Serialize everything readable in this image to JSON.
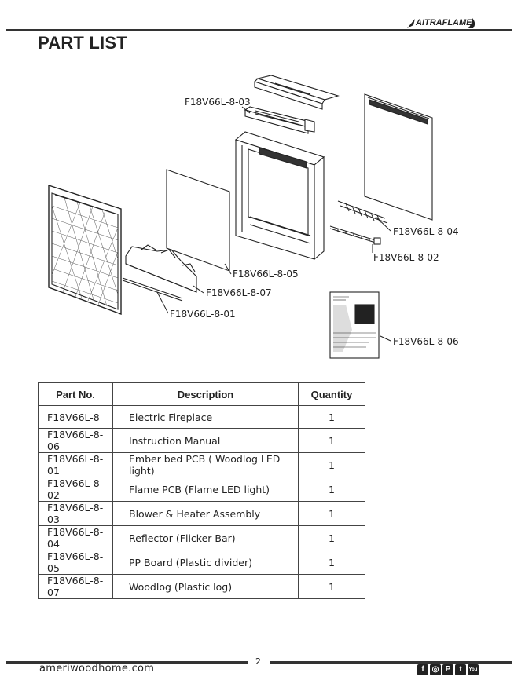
{
  "header": {
    "brand": "AITRAFLAME",
    "title": "PART LIST"
  },
  "callouts": {
    "c03": "F18V66L-8-03",
    "c04": "F18V66L-8-04",
    "c02": "F18V66L-8-02",
    "c05": "F18V66L-8-05",
    "c07": "F18V66L-8-07",
    "c01": "F18V66L-8-01",
    "c06": "F18V66L-8-06"
  },
  "table": {
    "headers": [
      "Part No.",
      "Description",
      "Quantity"
    ],
    "rows": [
      [
        "F18V66L-8",
        "Electric Fireplace",
        "1"
      ],
      [
        "F18V66L-8-06",
        "Instruction Manual",
        "1"
      ],
      [
        "F18V66L-8-01",
        "Ember bed PCB ( Woodlog LED light)",
        "1"
      ],
      [
        "F18V66L-8-02",
        "Flame PCB (Flame LED light)",
        "1"
      ],
      [
        "F18V66L-8-03",
        "Blower & Heater Assembly",
        "1"
      ],
      [
        "F18V66L-8-04",
        "Reflector (Flicker Bar)",
        "1"
      ],
      [
        "F18V66L-8-05",
        "PP Board (Plastic divider)",
        "1"
      ],
      [
        "F18V66L-8-07",
        "Woodlog (Plastic log)",
        "1"
      ]
    ]
  },
  "footer": {
    "page_number": "2",
    "website": "ameriwoodhome.com",
    "social_icons": [
      "facebook-icon",
      "instagram-icon",
      "pinterest-icon",
      "twitter-icon",
      "youtube-icon"
    ],
    "social_glyphs": [
      "f",
      "◎",
      "P",
      "t",
      "You"
    ]
  }
}
